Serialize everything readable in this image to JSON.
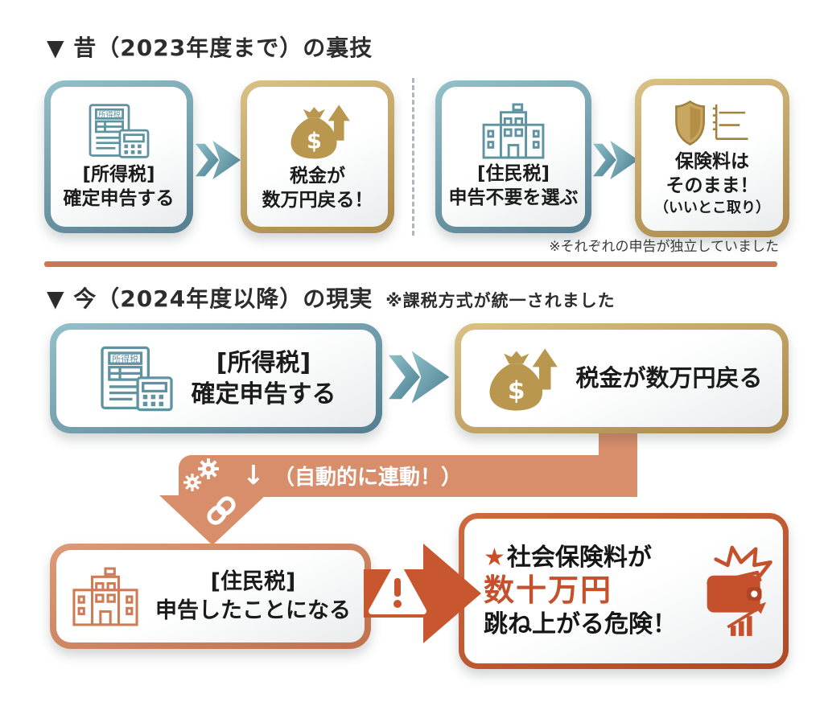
{
  "colors": {
    "teal": "#6ba0ad",
    "gold": "#c2a05d",
    "salmon": "#d88e6b",
    "alert_orange": "#c8572f",
    "danger_text": "#c4502c",
    "text_dark": "#2d2d2d"
  },
  "old": {
    "title": "▼ 昔（2023年度まで）の裏技",
    "box1": {
      "line1": "[所得税]",
      "line2": "確定申告する",
      "icon_doc_label": "所得税"
    },
    "box2": {
      "line1": "税金が",
      "line2": "数万円戻る！"
    },
    "box3": {
      "line1": "[住民税]",
      "line2": "申告不要を選ぶ"
    },
    "box4": {
      "line1": "保険料は",
      "line2": "そのまま！",
      "line3": "（いいとこ取り）"
    },
    "note": "※それぞれの申告が独立していました"
  },
  "new": {
    "title": "▼ 今（2024年度以降）の現実",
    "subtitle": "※課税方式が統一されました",
    "box_income": {
      "line1": "[所得税]",
      "line2": "確定申告する",
      "icon_doc_label": "所得税"
    },
    "box_refund": {
      "label": "税金が数万円戻る"
    },
    "connector": {
      "arrow": "↓",
      "label": "（自動的に連動！）"
    },
    "box_resident": {
      "line1": "[住民税]",
      "line2": "申告したことになる"
    },
    "box_danger": {
      "star": "★",
      "line1": "社会保険料が",
      "line2": "数十万円",
      "line3": "跳ね上がる危険！"
    }
  }
}
